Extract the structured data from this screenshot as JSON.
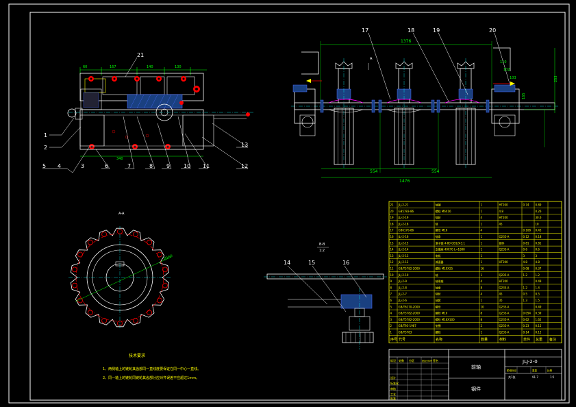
{
  "drawing": {
    "callouts_left": [
      "1",
      "2",
      "3",
      "4",
      "5",
      "6",
      "7",
      "8",
      "9",
      "10",
      "11",
      "12",
      "13"
    ],
    "callouts_top": [
      "17",
      "18",
      "19",
      "20"
    ],
    "callouts_detail": [
      "14",
      "15",
      "16"
    ],
    "dims_left_top": [
      "60",
      "167",
      "140",
      "130"
    ],
    "dim_left_bottom": "340",
    "dims_right": [
      "1376",
      "554",
      "554",
      "1476"
    ],
    "dims_right_side": [
      "110",
      "102",
      "103",
      "253",
      "165"
    ],
    "section_aa": "A-A",
    "section_bb": "B-B",
    "section_bb_scale": "1:2",
    "view_a": "A",
    "sprocket_dim": "Ø160",
    "tech_title": "技术要求",
    "tech_lines": [
      "1、两侧轴上的链轮其齿部同一直线度要保证在同一中心一直线。",
      "2、同一轴上的链轮同链轮其齿部分应对齐误差不应超过1mm。"
    ]
  },
  "parts_table": {
    "headers": [
      "序号",
      "代号",
      "名称",
      "数量",
      "材料",
      "单件",
      "总重",
      "备注"
    ],
    "rows": [
      [
        "21",
        "JLJ-2-21",
        "轴端",
        "1",
        "HT200",
        "0.74",
        "0.89"
      ],
      [
        "20",
        "GB5783-86",
        "螺栓 M6X16",
        "1",
        "4.8",
        "",
        "0.26"
      ],
      [
        "19",
        "JLJ-2-19",
        "链轮",
        "4",
        "HT200",
        "",
        "30.6"
      ],
      [
        "18",
        "JLJ-2-18",
        "链",
        "1",
        "45",
        "",
        "10"
      ],
      [
        "17",
        "GB6170-86",
        "螺母 M16",
        "4",
        "",
        "0.108",
        "0.43"
      ],
      [
        "16",
        "JLJ-2-16",
        "链条",
        "1",
        "Q235-A",
        "0.12",
        "0.18"
      ],
      [
        "15",
        "JLJ-2-15",
        "滚子链 4-80 GB1243.1",
        "1",
        "钢件",
        "0.81",
        "0.81"
      ],
      [
        "14",
        "JLJ-2-14",
        "支撑座 40X70 L=1800",
        "1",
        "Q235-A",
        "0.6",
        "0.6"
      ],
      [
        "13",
        "JLJ-2-13",
        "电机",
        "1",
        "",
        "3",
        "3"
      ],
      [
        "12",
        "JLJ-2-12",
        "减速器",
        "1",
        "HT200",
        "4.8",
        "4.8"
      ],
      [
        "11",
        "GB/T5782-2000",
        "螺栓 M10X25",
        "16",
        "",
        "0.08",
        "0.37"
      ],
      [
        "10",
        "JLJ-2-10",
        "轴",
        "1",
        "Q235-A",
        "1.2",
        "1.2"
      ],
      [
        "9",
        "JLJ-2-9",
        "轴承座",
        "4",
        "HT200",
        "",
        "0.49"
      ],
      [
        "8",
        "JLJ-2-8",
        "轴承",
        "8",
        "Q235-A",
        "1.2",
        "1.4"
      ],
      [
        "7",
        "JLJ-2-7",
        "链轮",
        "4",
        "45",
        "0.5",
        "0.5"
      ],
      [
        "6",
        "JLJ-2-6",
        "轴套",
        "1",
        "35",
        "1.3",
        "1.5"
      ],
      [
        "5",
        "GB/T6170-2000",
        "螺母",
        "10",
        "Q235-A",
        "",
        "0.49"
      ],
      [
        "4",
        "GB/T5782-2000",
        "螺栓 M10",
        "8",
        "Q235-A",
        "0.054",
        "0.39"
      ],
      [
        "3",
        "GB/T5782-2000",
        "螺栓 M16X100",
        "8",
        "Q235-A",
        "0.62",
        "1.62"
      ],
      [
        "2",
        "GB/T93-1987",
        "垫圈",
        "2",
        "Q235-A",
        "0.23",
        "0.15"
      ],
      [
        "1",
        "GB/T5783",
        "螺栓",
        "1",
        "Q235-A",
        "0.14",
        "0.12"
      ]
    ]
  },
  "title_block": {
    "drawing_no": "JLJ-2-0",
    "name": "前轴",
    "company": "钢件",
    "scale": "1:5",
    "sheet": "共1张",
    "labels": [
      "标记",
      "处数",
      "分区",
      "更改文件号",
      "签名",
      "年月日",
      "设计",
      "标准化",
      "审核",
      "工艺",
      "批准",
      "阶段标记",
      "重量",
      "比例"
    ],
    "weight": "91.7"
  },
  "colors": {
    "background": "#000000",
    "frame": "#ffffff",
    "table": "#ffff00",
    "cyan": "#00ffff",
    "green": "#00ff00",
    "red": "#ff0000",
    "magenta": "#ff00ff",
    "blue": "#4a6cff"
  }
}
